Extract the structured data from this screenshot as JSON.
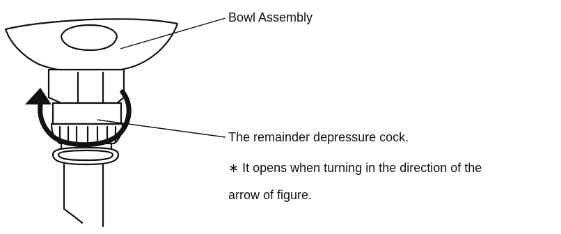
{
  "labels": {
    "bowl_assembly": "Bowl Assembly",
    "depressure_cock": "The remainder depressure cock.",
    "note_line1": "∗ It opens when turning in the direction of the",
    "note_line2": "arrow of figure."
  },
  "colors": {
    "line": "#111111",
    "fill": "#ffffff",
    "background": "#ffffff"
  }
}
